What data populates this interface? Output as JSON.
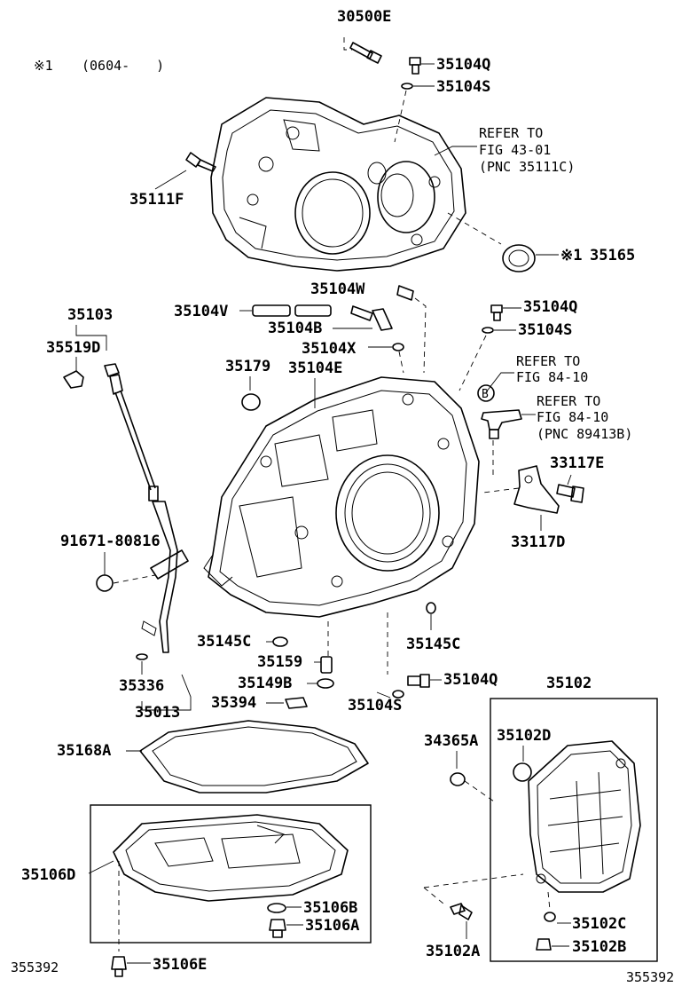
{
  "header": {
    "note_mark": "※1",
    "note_range": "(0604-　　)"
  },
  "labels": {
    "p30500E": "30500E",
    "p35104Q_top": "35104Q",
    "p35104S_top": "35104S",
    "refer_top_1": "REFER TO",
    "refer_top_2": "FIG 43-01",
    "refer_top_3": "(PNC 35111C)",
    "p35111F": "35111F",
    "p35165_mark": "※1",
    "p35165": "35165",
    "p35104W": "35104W",
    "p35103": "35103",
    "p35104V": "35104V",
    "p35104Q_mid": "35104Q",
    "p35104B": "35104B",
    "p35104S_mid": "35104S",
    "p35519D": "35519D",
    "p35104X": "35104X",
    "refer_mid_1": "REFER TO",
    "refer_mid_2": "FIG 84-10",
    "p35179": "35179",
    "p35104E": "35104E",
    "callout_b": "B",
    "refer_low_1": "REFER TO",
    "refer_low_2": "FIG 84-10",
    "refer_low_3": "(PNC 89413B)",
    "p33117E": "33117E",
    "p33117D": "33117D",
    "p91671": "91671-80816",
    "p35145C_left": "35145C",
    "p35145C_right": "35145C",
    "p35159": "35159",
    "p35149B": "35149B",
    "p35104Q_low": "35104Q",
    "p35102": "35102",
    "p35336": "35336",
    "p35394": "35394",
    "p35104S_low": "35104S",
    "p35013": "35013",
    "p35168A": "35168A",
    "p34365A": "34365A",
    "p35102D": "35102D",
    "p35106D": "35106D",
    "p35106B": "35106B",
    "p35106A": "35106A",
    "p35102C": "35102C",
    "p35102A": "35102A",
    "p35102B": "35102B",
    "p35106E": "35106E",
    "ref_left": "355392",
    "ref_right": "355392"
  }
}
